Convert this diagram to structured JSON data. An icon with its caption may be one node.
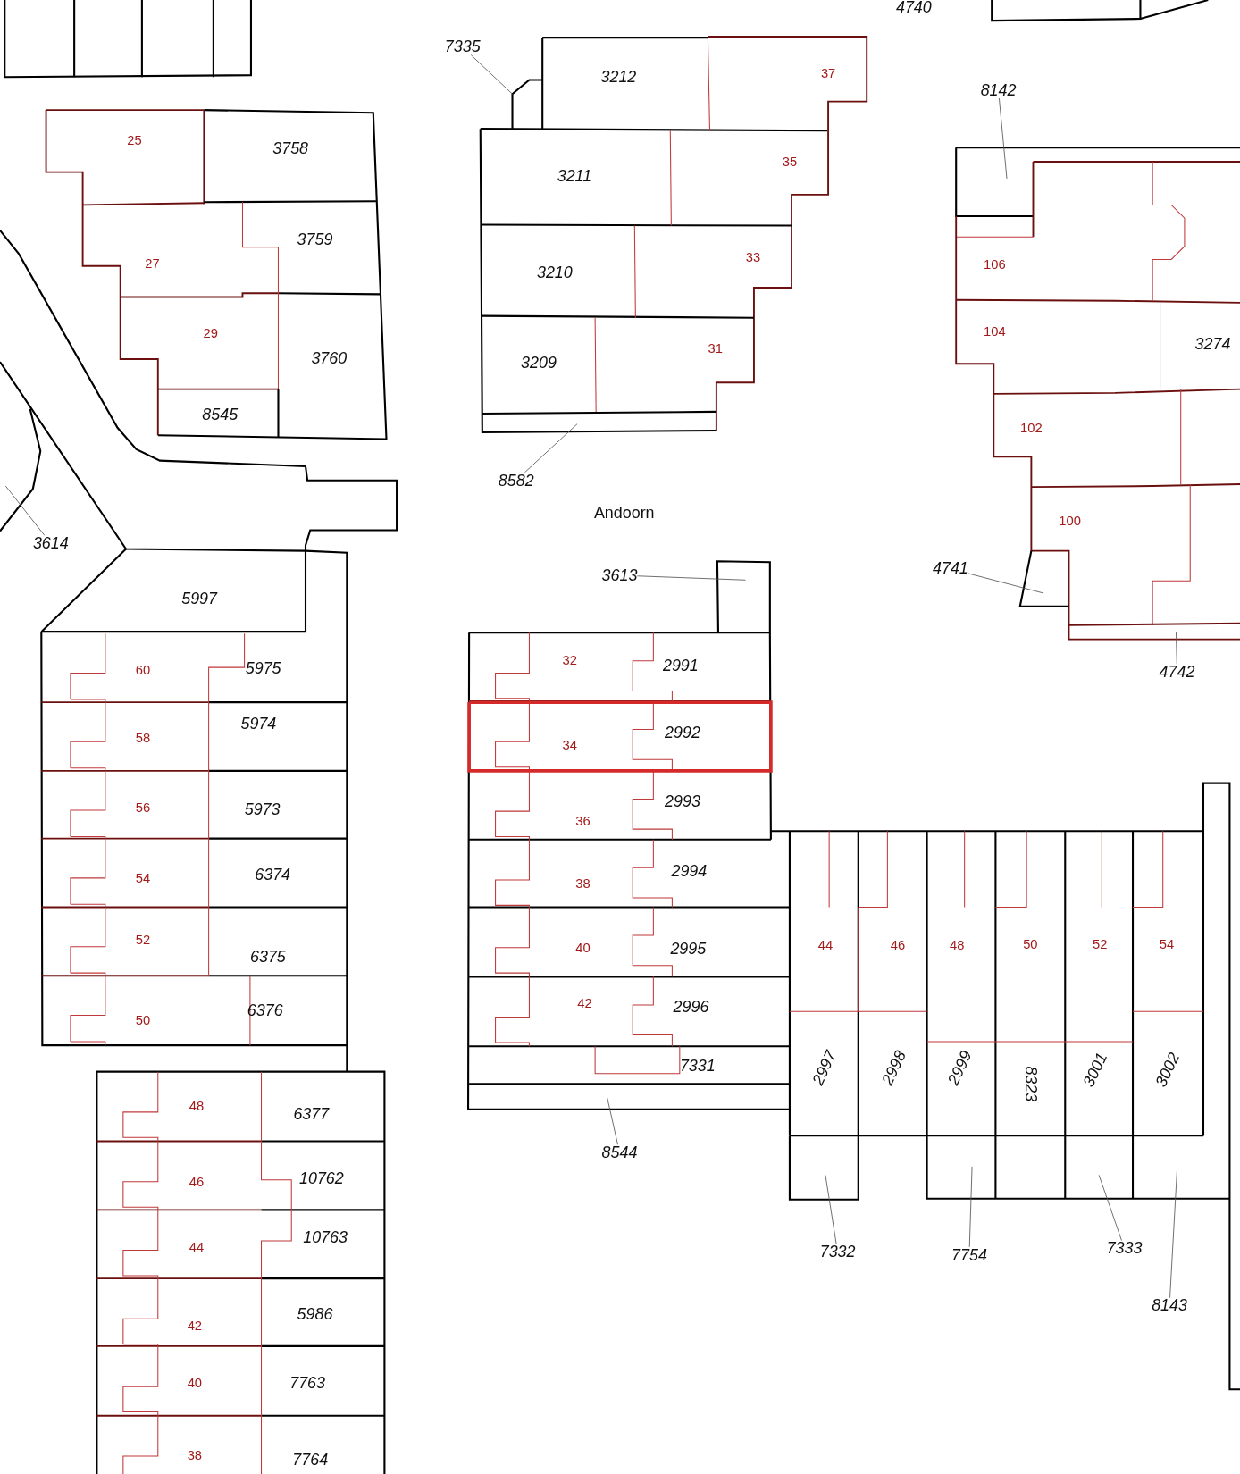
{
  "diagram": {
    "nodes": [
      {
        "text": [
          "7335"
        ]
      },
      {
        "text": [
          "8142"
        ]
      },
      {
        "text": [
          "8582"
        ]
      },
      {
        "text": [
          "3614"
        ]
      },
      {
        "text": [
          "3613"
        ]
      },
      {
        "text": [
          "4741"
        ]
      },
      {
        "text": [
          "4742"
        ]
      },
      {
        "text": [
          "8544"
        ]
      },
      {
        "text": [
          "7332"
        ]
      },
      {
        "text": [
          "7754"
        ]
      },
      {
        "text": [
          "7333"
        ]
      },
      {
        "text": [
          "8143"
        ]
      }
    ],
    "edges": [
      {
        "from": 0,
        "to": null,
        "arrow": "none"
      },
      {
        "from": 1,
        "to": null,
        "arrow": "none"
      },
      {
        "from": 2,
        "to": null,
        "arrow": "none"
      },
      {
        "from": 3,
        "to": null,
        "arrow": "none"
      },
      {
        "from": 4,
        "to": null,
        "arrow": "none"
      },
      {
        "from": 5,
        "to": null,
        "arrow": "none"
      },
      {
        "from": 6,
        "to": null,
        "arrow": "none"
      },
      {
        "from": 7,
        "to": null,
        "arrow": "none"
      },
      {
        "from": 8,
        "to": null,
        "arrow": "none"
      },
      {
        "from": 9,
        "to": null,
        "arrow": "none"
      },
      {
        "from": 10,
        "to": null,
        "arrow": "none"
      },
      {
        "from": 11,
        "to": null,
        "arrow": "none"
      }
    ],
    "labels": [
      "4740",
      "3212",
      "37",
      "25",
      "3758",
      "3211",
      "35",
      "3759",
      "27",
      "3210",
      "33",
      "106",
      "29",
      "104",
      "3274",
      "31",
      "3760",
      "3209",
      "8545",
      "102",
      "Andoorn",
      "100",
      "5997",
      "32",
      "2991",
      "60",
      "5975",
      "5974",
      "58",
      "2992",
      "34",
      "56",
      "5973",
      "2993",
      "36",
      "54",
      "6374",
      "2994",
      "38",
      "52",
      "6375",
      "40",
      "2995",
      "44",
      "46",
      "48",
      "50",
      "52",
      "54",
      "50",
      "6376",
      "42",
      "2996",
      "7331",
      "2997",
      "2998",
      "2999",
      "8323",
      "3001",
      "3002",
      "48",
      "6377",
      "46",
      "10762",
      "44",
      "10763",
      "42",
      "5986",
      "40",
      "7763",
      "38",
      "7764"
    ]
  }
}
